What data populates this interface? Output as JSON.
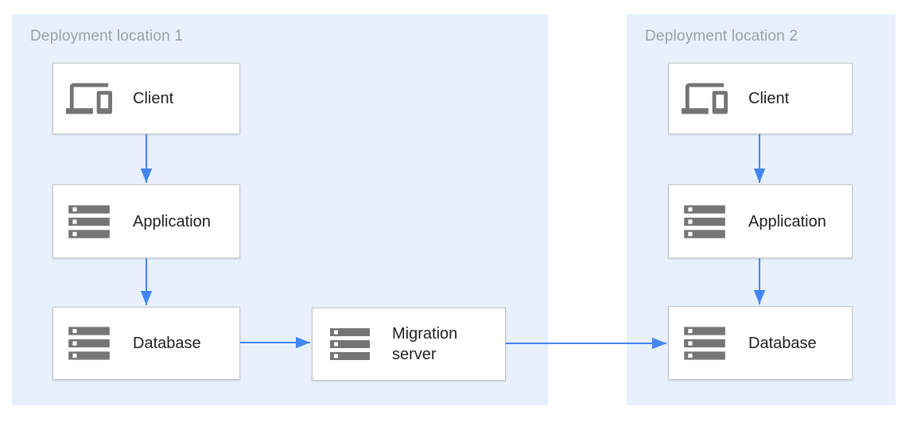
{
  "diagram": {
    "type": "architecture-flow",
    "panels": [
      {
        "title": "Deployment location 1",
        "nodes": [
          {
            "id": "client-1",
            "label": "Client",
            "icon": "devices-icon"
          },
          {
            "id": "application-1",
            "label": "Application",
            "icon": "server-stack-icon"
          },
          {
            "id": "database-1",
            "label": "Database",
            "icon": "server-stack-icon"
          }
        ]
      },
      {
        "title": "Deployment location 2",
        "nodes": [
          {
            "id": "client-2",
            "label": "Client",
            "icon": "devices-icon"
          },
          {
            "id": "application-2",
            "label": "Application",
            "icon": "server-stack-icon"
          },
          {
            "id": "database-2",
            "label": "Database",
            "icon": "server-stack-icon"
          }
        ]
      }
    ],
    "migration_node": {
      "id": "migration-server",
      "label": "Migration server",
      "icon": "server-stack-icon"
    },
    "connections": [
      {
        "from": "client-1",
        "to": "application-1"
      },
      {
        "from": "application-1",
        "to": "database-1"
      },
      {
        "from": "database-1",
        "to": "migration-server"
      },
      {
        "from": "migration-server",
        "to": "database-2"
      },
      {
        "from": "client-2",
        "to": "application-2"
      },
      {
        "from": "application-2",
        "to": "database-2"
      }
    ],
    "colors": {
      "panel_background": "#e7f0fb",
      "node_background": "#ffffff",
      "node_border": "#c3c6ca",
      "arrow": "#4285f4",
      "icon": "#757575",
      "panel_title_text": "#9aa0a6",
      "node_label_text": "#212121"
    }
  }
}
